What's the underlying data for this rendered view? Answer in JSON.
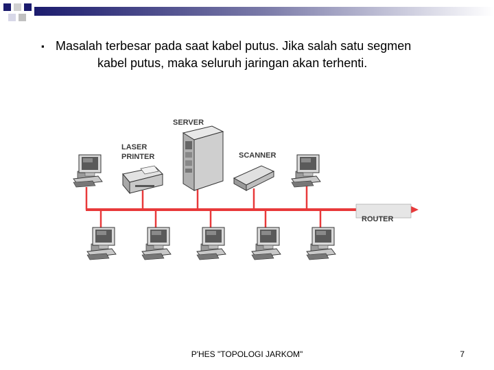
{
  "slide": {
    "bullet_line1": "Masalah terbesar pada saat kabel  putus. Jika salah satu segmen",
    "bullet_line2": "kabel putus, maka seluruh jaringan akan terhenti.",
    "footer": "P'HES \"TOPOLOGI JARKOM\"",
    "page_number": "7"
  },
  "diagram": {
    "labels": {
      "server": "SERVER",
      "laser_line1": "LASER",
      "laser_line2": "PRINTER",
      "scanner": "SCANNER",
      "router": "ROUTER"
    },
    "bus_color": "#e8393a"
  },
  "theme": {
    "bar_navy": "#1c1c6e",
    "bar_gray": "#c8c8c8"
  }
}
